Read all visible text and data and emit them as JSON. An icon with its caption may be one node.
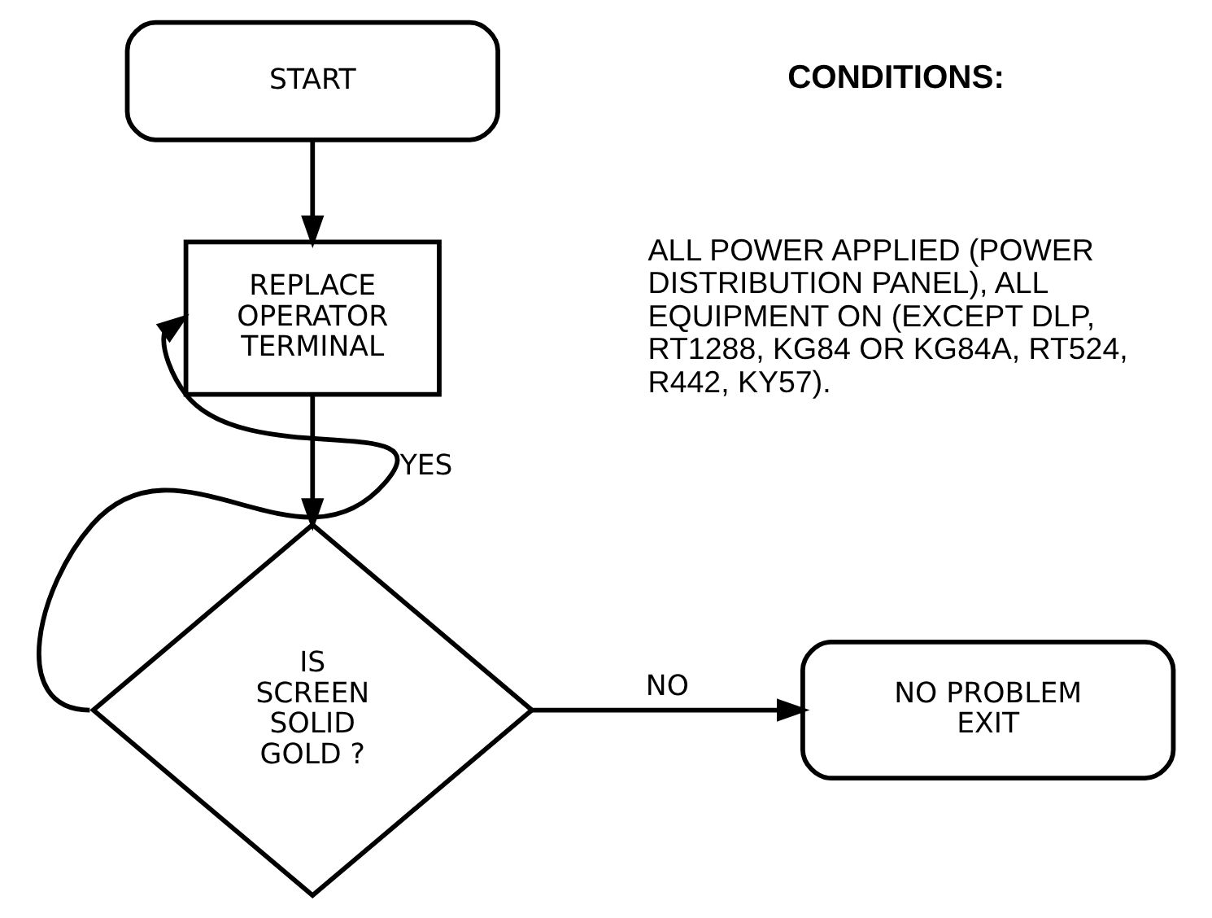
{
  "diagram": {
    "nodes": [
      {
        "text": [
          "START"
        ]
      },
      {
        "text": [
          "REPLACE OPERATOR TERMINAL"
        ]
      },
      {
        "text": [
          "IS SCREEN SOLID GOLD ?"
        ]
      },
      {
        "text": [
          "NO PROBLEM EXIT"
        ]
      }
    ],
    "edges": [
      {
        "from": 0,
        "to": 1,
        "arrow": "to"
      },
      {
        "from": 1,
        "to": 2,
        "arrow": "to"
      },
      {
        "from": 2,
        "to": 3,
        "arrow": "to",
        "label": "NO"
      },
      {
        "from": 2,
        "to": 1,
        "arrow": "to",
        "label": "YES"
      }
    ],
    "labels": [
      "CONDITIONS:",
      "ALL POWER APPLIED (POWER DISTRIBUTION PANEL), ALL EQUIPMENT ON (EXCEPT DLP, RT1288, KG84 OR KG84A, RT524, R442, KY57)."
    ]
  }
}
